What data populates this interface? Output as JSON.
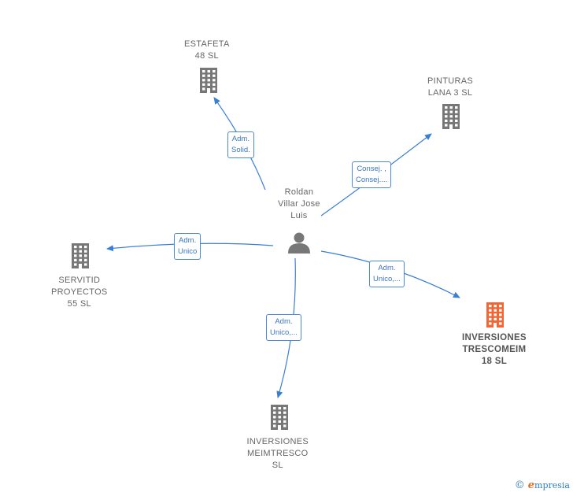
{
  "center": {
    "name_lines": [
      "Roldan",
      "Villar Jose",
      "Luis"
    ],
    "icon": "person-icon"
  },
  "companies": [
    {
      "id": "estafeta",
      "lines": [
        "ESTAFETA",
        "48  SL"
      ],
      "color": "#777777",
      "highlight": false
    },
    {
      "id": "pinturas",
      "lines": [
        "PINTURAS",
        "LANA 3  SL"
      ],
      "color": "#777777",
      "highlight": false
    },
    {
      "id": "servitid",
      "lines": [
        "SERVITID",
        "PROYECTOS",
        "55  SL"
      ],
      "color": "#777777",
      "highlight": false
    },
    {
      "id": "inversiones-trescomeim",
      "lines": [
        "INVERSIONES",
        "TRESCOMEIM",
        "18  SL"
      ],
      "color": "#f26535",
      "highlight": true
    },
    {
      "id": "inversiones-meimtresco",
      "lines": [
        "INVERSIONES",
        "MEIMTRESCO",
        "SL"
      ],
      "color": "#777777",
      "highlight": false
    }
  ],
  "relations": [
    {
      "to": "estafeta",
      "lines": [
        "Adm.",
        "Solid."
      ]
    },
    {
      "to": "pinturas",
      "lines": [
        "Consej. ,",
        "Consej...."
      ]
    },
    {
      "to": "servitid",
      "lines": [
        "Adm.",
        "Unico"
      ]
    },
    {
      "to": "inversiones-trescomeim",
      "lines": [
        "Adm.",
        "Unico,..."
      ]
    },
    {
      "to": "inversiones-meimtresco",
      "lines": [
        "Adm.",
        "Unico,..."
      ]
    }
  ],
  "colors": {
    "edge": "#3a7fd5",
    "building": "#777777",
    "building_highlight": "#f26535",
    "person": "#777777"
  },
  "watermark": {
    "copyright": "©",
    "brand_initial": "e",
    "brand_rest": "mpresia"
  }
}
